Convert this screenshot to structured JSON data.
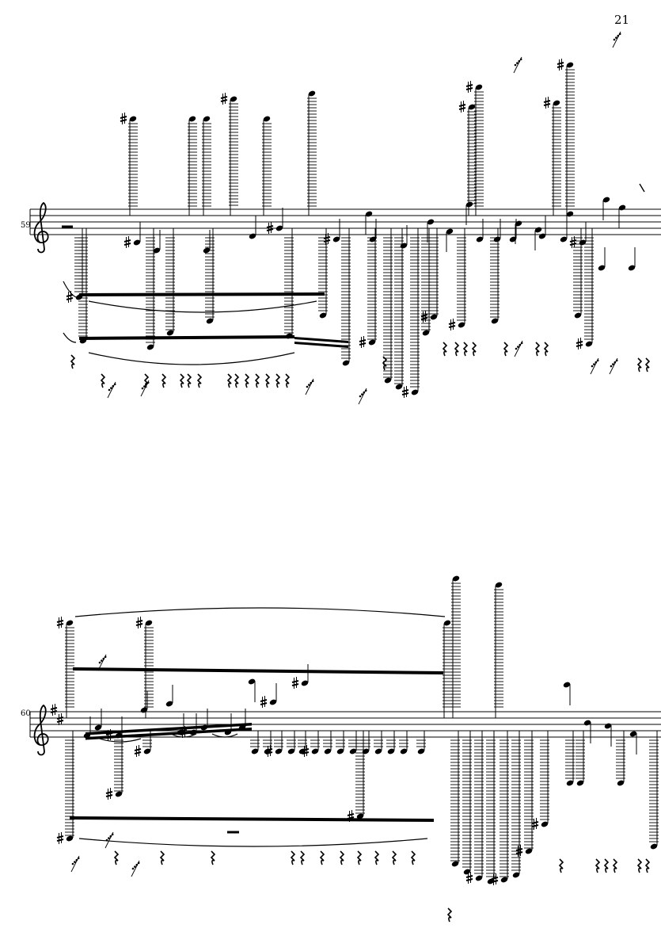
{
  "page": {
    "number": "21"
  },
  "systems": [
    {
      "measure_number": "59",
      "clef": "treble",
      "key_signature": []
    },
    {
      "measure_number": "60",
      "clef": "treble",
      "key_signature": [
        "F#",
        "C#"
      ]
    }
  ],
  "colors": {
    "ink": "#000000",
    "paper": "#ffffff"
  },
  "icons": [
    "treble-clef-icon",
    "sharp-icon",
    "rest-icon"
  ]
}
